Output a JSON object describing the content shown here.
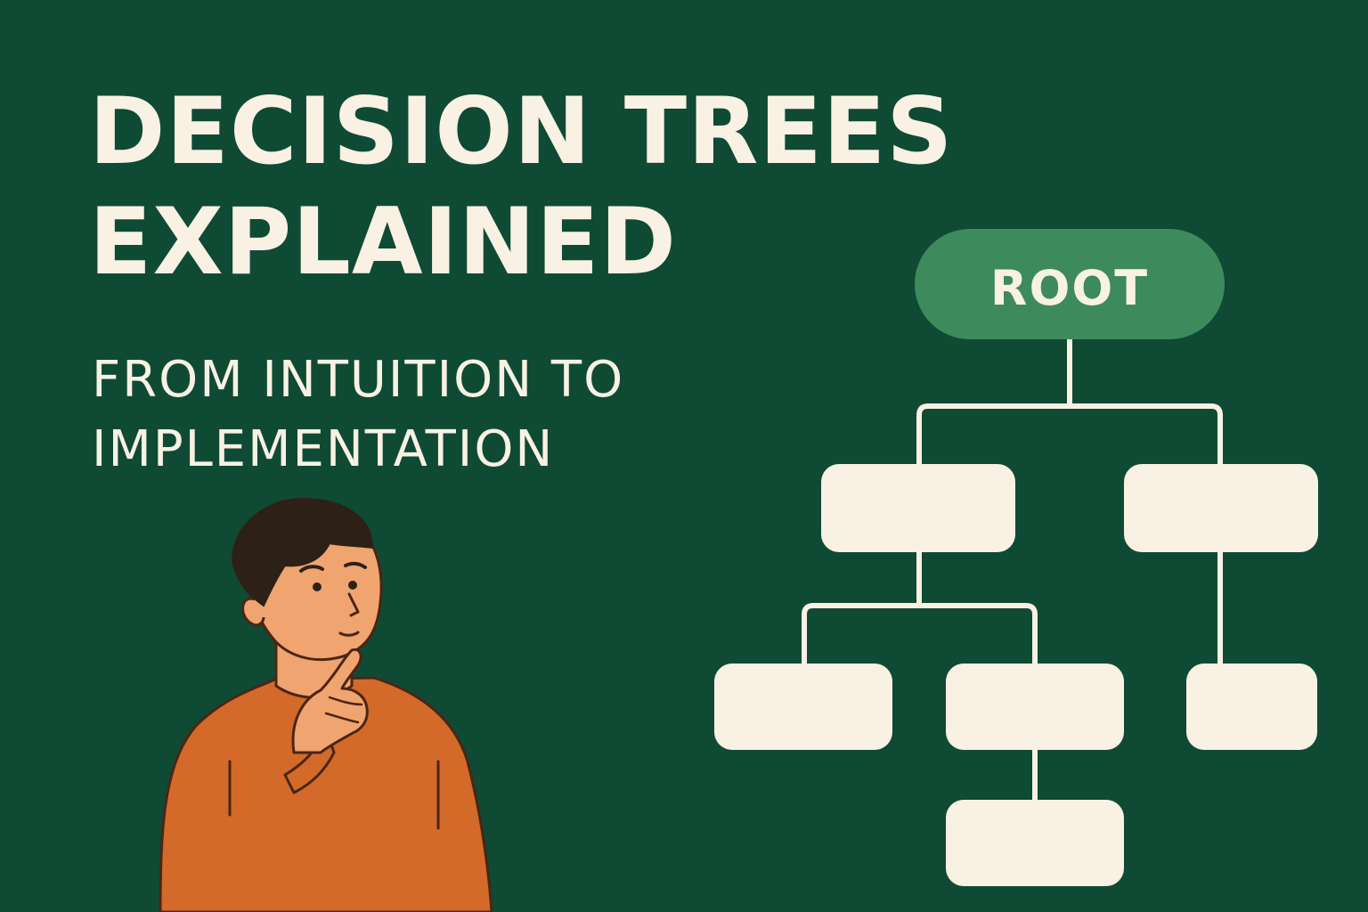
{
  "title": {
    "line1": "DECISION TREES",
    "line2": "EXPLAINED"
  },
  "subtitle": {
    "line1": "FROM INTUITION TO",
    "line2": "IMPLEMENTATION"
  },
  "tree": {
    "root_label": "ROOT"
  },
  "illustration": {
    "subject": "thinking-person",
    "icon": "person-thinking-icon"
  },
  "colors": {
    "background": "#0f4a34",
    "text": "#f8f1e4",
    "root_node": "#3d8a5c",
    "leaf_node": "#f8f1e4",
    "connector": "#f8f1e4",
    "shirt": "#d36a2a",
    "skin": "#f0a46f",
    "hair": "#2d2117"
  }
}
